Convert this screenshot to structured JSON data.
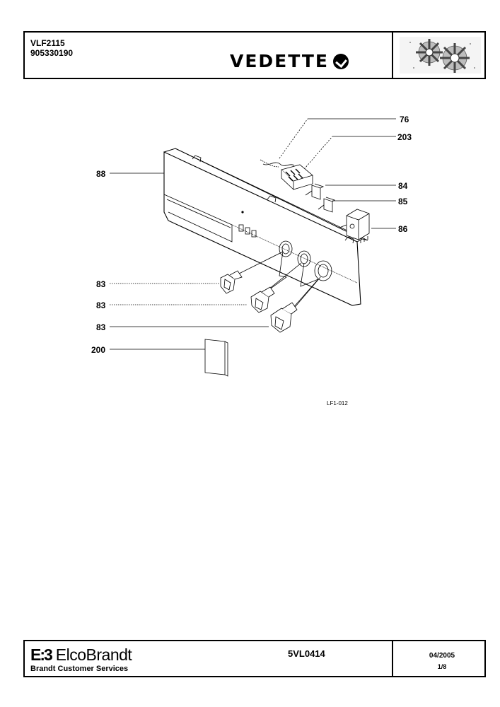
{
  "header": {
    "model_line1": "VLF2115",
    "model_line2": "905330190",
    "brand": "VEDETTE"
  },
  "diagram": {
    "labels": [
      "76",
      "203",
      "88",
      "84",
      "85",
      "86",
      "83",
      "83",
      "83",
      "200"
    ],
    "figure_ref": "LF1-012"
  },
  "footer": {
    "company": "ElcoBrandt",
    "company_mark": "E:3",
    "subtitle": "Brandt Customer Services",
    "doc_ref": "5VL0414",
    "date": "04/2005",
    "page": "1/8"
  }
}
